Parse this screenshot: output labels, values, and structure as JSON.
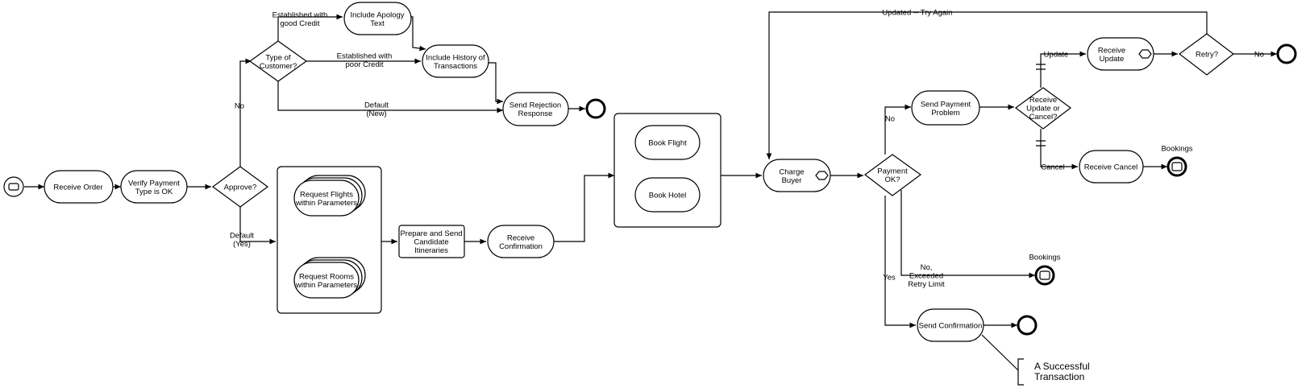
{
  "start_event": {
    "icon": "message-icon"
  },
  "tasks": {
    "receive_order": [
      "Receive Order"
    ],
    "verify_payment": [
      "Verify Payment",
      "Type is OK"
    ],
    "include_apology": [
      "Include Apology",
      "Text"
    ],
    "include_history": [
      "Include History of",
      "Transactions"
    ],
    "send_rejection": [
      "Send Rejection",
      "Response"
    ],
    "request_flights": [
      "Request Flights",
      "within Parameters"
    ],
    "request_rooms": [
      "Request Rooms",
      "within Parameters"
    ],
    "prepare_send": [
      "Prepare and Send",
      "Candidate",
      "Itineraries"
    ],
    "receive_confirmation": [
      "Receive",
      "Confirmation"
    ],
    "book_flight": [
      "Book Flight"
    ],
    "book_hotel": [
      "Book Hotel"
    ],
    "charge_buyer": [
      "Charge",
      "Buyer"
    ],
    "send_payment_problem": [
      "Send Payment",
      "Problem"
    ],
    "receive_update": [
      "Receive",
      "Update"
    ],
    "receive_cancel": [
      "Receive Cancel"
    ],
    "send_confirmation": [
      "Send Confirmation"
    ]
  },
  "gateways": {
    "approve": [
      "Approve?"
    ],
    "type_of_customer": [
      "Type of",
      "Customer?"
    ],
    "payment_ok": [
      "Payment",
      "OK?"
    ],
    "receive_update_or_cancel": [
      "Receive",
      "Update or",
      "Cancel?"
    ],
    "retry": [
      "Retry?"
    ]
  },
  "flow_labels": {
    "no_approve": [
      "No"
    ],
    "default_yes": [
      "Default",
      "(Yes)"
    ],
    "established_good": [
      "Established with",
      "good Credit"
    ],
    "established_poor": [
      "Established with",
      "poor Credit"
    ],
    "default_new": [
      "Default",
      "(New)"
    ],
    "updated_try_again": [
      "Updated -- Try Again"
    ],
    "payment_no": [
      "No"
    ],
    "payment_yes": [
      "Yes"
    ],
    "exceeded": [
      "No,",
      "Exceeded",
      "Retry Limit"
    ],
    "update": [
      "Update"
    ],
    "cancel": [
      "Cancel"
    ],
    "retry_no": [
      "No"
    ]
  },
  "end_events": {
    "bookings_1": [
      "Bookings"
    ],
    "bookings_2": [
      "Bookings"
    ]
  },
  "annotation": [
    "A Successful",
    "Transaction"
  ],
  "colors": {
    "stroke": "#000000",
    "fill": "#ffffff"
  }
}
